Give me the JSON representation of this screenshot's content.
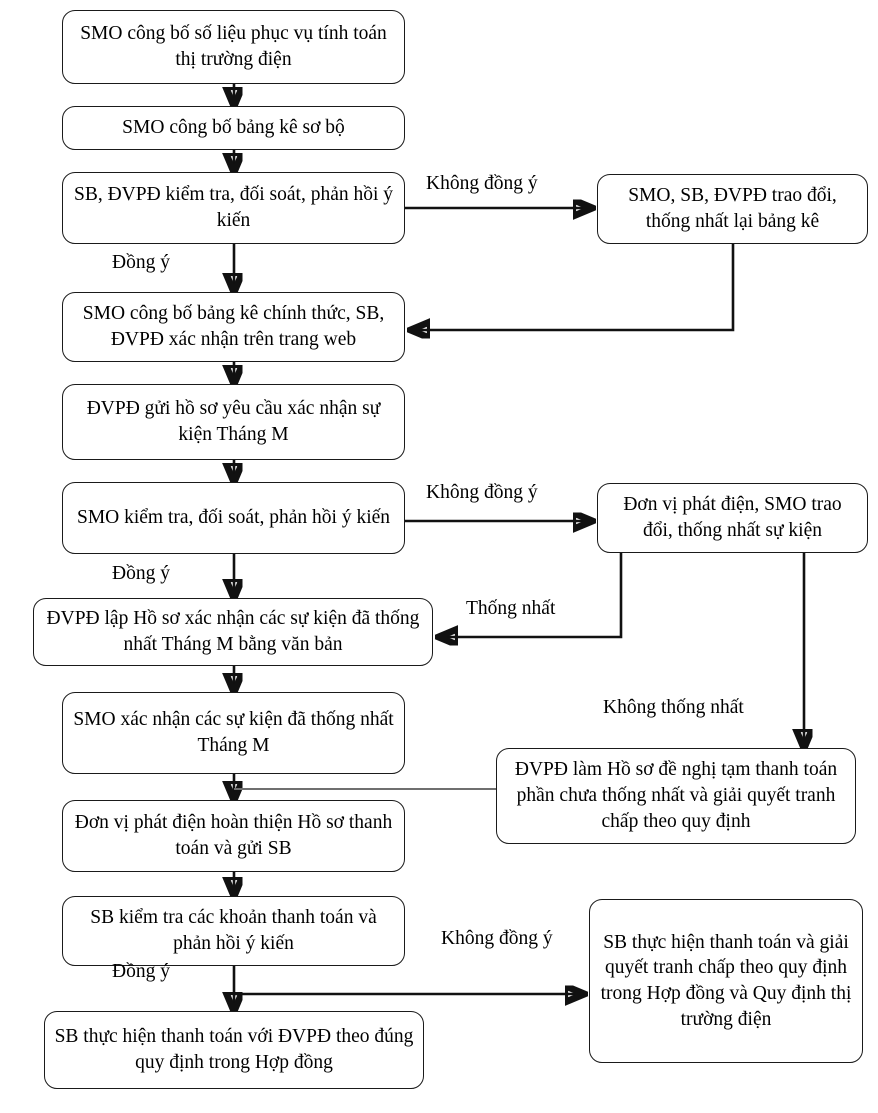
{
  "diagram": {
    "title": "Quy trinh thanh toan thi truong dien",
    "nodes": [
      {
        "id": "n1",
        "text": "SMO công bố số liệu phục vụ tính toán thị trường điện"
      },
      {
        "id": "n2",
        "text": "SMO công bố bảng kê sơ bộ"
      },
      {
        "id": "n3",
        "text": "SB, ĐVPĐ kiểm tra, đối soát, phản hồi ý kiến"
      },
      {
        "id": "n4",
        "text": "SMO, SB, ĐVPĐ trao đổi, thống nhất lại bảng kê"
      },
      {
        "id": "n5",
        "text": "SMO công bố bảng kê chính thức, SB, ĐVPĐ xác nhận trên trang web"
      },
      {
        "id": "n6",
        "text": "ĐVPĐ gửi hồ sơ yêu cầu xác nhận sự kiện Tháng M"
      },
      {
        "id": "n7",
        "text": "SMO kiểm tra, đối soát, phản hồi ý kiến"
      },
      {
        "id": "n8",
        "text": "Đơn vị phát điện, SMO trao đổi, thống nhất sự kiện"
      },
      {
        "id": "n9",
        "text": "ĐVPĐ lập Hồ sơ xác nhận các sự kiện đã thống nhất Tháng M bằng văn bản"
      },
      {
        "id": "n10",
        "text": "SMO xác nhận các sự kiện đã thống nhất Tháng M"
      },
      {
        "id": "n11",
        "text": "ĐVPĐ làm Hồ sơ đề nghị tạm thanh toán phần chưa thống nhất và giải quyết tranh chấp theo quy định"
      },
      {
        "id": "n12",
        "text": "Đơn vị phát điện hoàn thiện Hồ sơ thanh toán và gửi SB"
      },
      {
        "id": "n13",
        "text": "SB kiểm tra các khoản thanh toán và phản hồi ý kiến"
      },
      {
        "id": "n14",
        "text": "SB thực hiện thanh toán và giải quyết tranh chấp theo quy định trong Hợp đồng và Quy định thị trường điện"
      },
      {
        "id": "n15",
        "text": "SB thực hiện thanh toán với ĐVPĐ theo đúng quy định trong Hợp đồng"
      }
    ],
    "edge_labels": [
      {
        "id": "l1",
        "text": "Không đồng ý"
      },
      {
        "id": "l2",
        "text": "Đồng ý"
      },
      {
        "id": "l3",
        "text": "Không đồng ý"
      },
      {
        "id": "l4",
        "text": "Đồng ý"
      },
      {
        "id": "l5",
        "text": "Thống nhất"
      },
      {
        "id": "l6",
        "text": "Không thống nhất"
      },
      {
        "id": "l7",
        "text": "Không đồng ý"
      },
      {
        "id": "l8",
        "text": "Đồng ý"
      }
    ],
    "colors": {
      "stroke": "#111111",
      "thin_stroke": "#6f6f6f",
      "box_border": "#1a1a1a",
      "background": "#ffffff",
      "text": "#000000"
    }
  }
}
